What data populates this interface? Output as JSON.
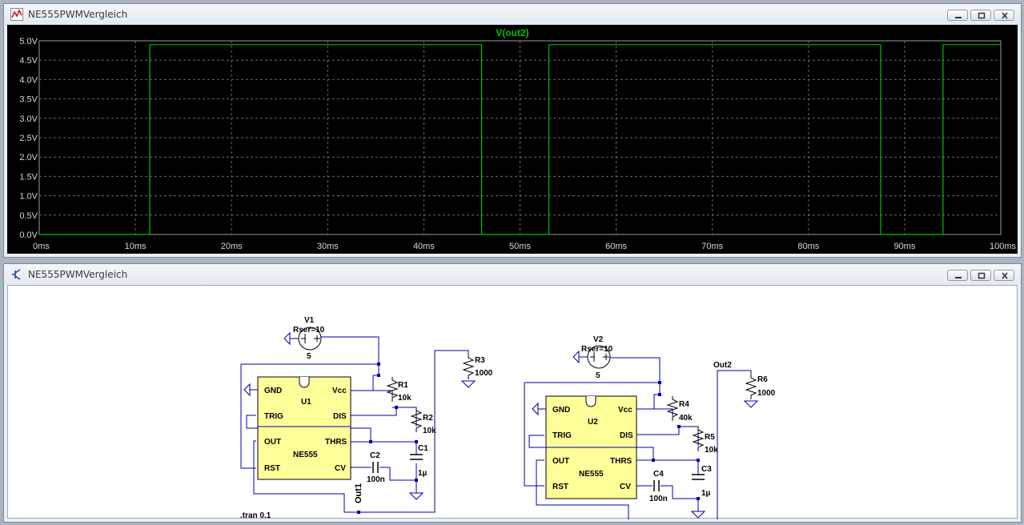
{
  "plot_window": {
    "title": "NE555PWMVergleich",
    "icon": "waveform-icon"
  },
  "schematic_window": {
    "title": "NE555PWMVergleich",
    "icon": "schematic-icon"
  },
  "chart_data": {
    "type": "line",
    "title": "V(out2)",
    "xlabel": "",
    "ylabel": "",
    "xlim": [
      0,
      100
    ],
    "ylim": [
      0,
      5
    ],
    "x_ticks": [
      "0ms",
      "10ms",
      "20ms",
      "30ms",
      "40ms",
      "50ms",
      "60ms",
      "70ms",
      "80ms",
      "90ms",
      "100ms"
    ],
    "y_ticks": [
      "0.0V",
      "0.5V",
      "1.0V",
      "1.5V",
      "2.0V",
      "2.5V",
      "3.0V",
      "3.5V",
      "4.0V",
      "4.5V",
      "5.0V"
    ],
    "grid": true,
    "background": "#000000",
    "trace_color": "#00c000",
    "series": [
      {
        "name": "V(out2)",
        "x": [
          0,
          11.5,
          11.5,
          46.0,
          46.0,
          53.0,
          53.0,
          87.5,
          87.5,
          94.0,
          94.0,
          100
        ],
        "y": [
          0,
          0,
          4.9,
          4.9,
          0,
          0,
          4.9,
          4.9,
          0,
          0,
          4.9,
          4.9
        ]
      }
    ]
  },
  "schematic": {
    "wire_color": "#0000aa",
    "component_fill": "#ffff99",
    "v1": {
      "name": "V1",
      "rser": "Rser=10",
      "value": "5"
    },
    "v2": {
      "name": "V2",
      "rser": "Rser=10",
      "value": "5"
    },
    "u1": {
      "name": "U1",
      "part": "NE555",
      "pins": {
        "gnd": "GND",
        "vcc": "Vcc",
        "trig": "TRIG",
        "dis": "DIS",
        "out": "OUT",
        "thrs": "THRS",
        "rst": "RST",
        "cv": "CV"
      }
    },
    "u2": {
      "name": "U2",
      "part": "NE555",
      "pins": {
        "gnd": "GND",
        "vcc": "Vcc",
        "trig": "TRIG",
        "dis": "DIS",
        "out": "OUT",
        "thrs": "THRS",
        "rst": "RST",
        "cv": "CV"
      }
    },
    "r1": {
      "name": "R1",
      "value": "10k"
    },
    "r2": {
      "name": "R2",
      "value": "10k"
    },
    "r3": {
      "name": "R3",
      "value": "1000"
    },
    "r4": {
      "name": "R4",
      "value": "40k"
    },
    "r5": {
      "name": "R5",
      "value": "10k"
    },
    "r6": {
      "name": "R6",
      "value": "1000"
    },
    "c1": {
      "name": "C1",
      "value": "1µ"
    },
    "c2": {
      "name": "C2",
      "value": "100n"
    },
    "c3": {
      "name": "C3",
      "value": "1µ"
    },
    "c4": {
      "name": "C4",
      "value": "100n"
    },
    "net_out1": "Out1",
    "net_out2": "Out2",
    "directive": ".tran 0.1"
  }
}
